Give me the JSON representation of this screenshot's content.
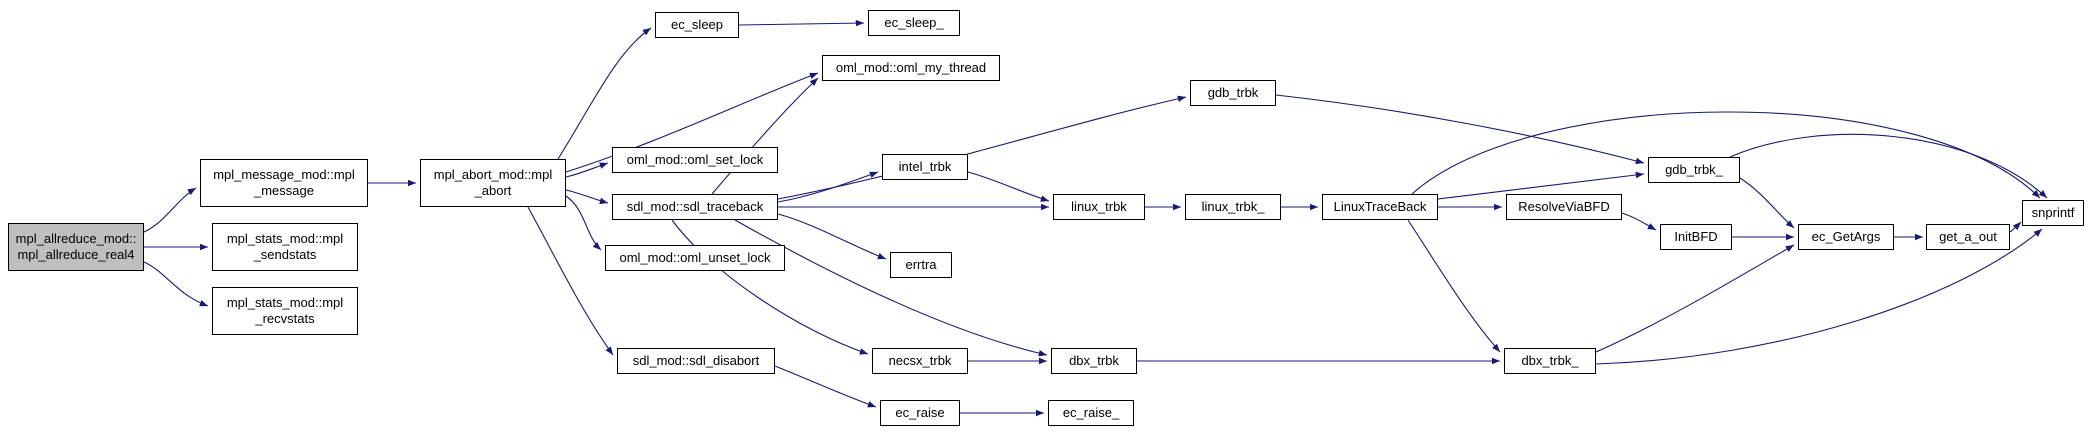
{
  "diagram": {
    "type": "doxygen-call-graph",
    "root": "mpl_allreduce_mod::mpl_allreduce_real4",
    "colors": {
      "edge": "#191970",
      "node_border": "#000000",
      "node_fill": "#ffffff",
      "current_node_fill": "#bfbfbf",
      "background": "#ffffff",
      "text": "#000000"
    },
    "nodes": {
      "mpl_allreduce_real4": {
        "label": "mpl_allreduce_mod::mpl_allreduce_real4",
        "line1": "mpl_allreduce_mod::",
        "line2": "mpl_allreduce_real4",
        "current": true
      },
      "mpl_message": {
        "label": "mpl_message_mod::mpl_message",
        "line1": "mpl_message_mod::mpl",
        "line2": "_message"
      },
      "mpl_sendstats": {
        "label": "mpl_stats_mod::mpl_sendstats",
        "line1": "mpl_stats_mod::mpl",
        "line2": "_sendstats"
      },
      "mpl_recvstats": {
        "label": "mpl_stats_mod::mpl_recvstats",
        "line1": "mpl_stats_mod::mpl",
        "line2": "_recvstats"
      },
      "mpl_abort": {
        "label": "mpl_abort_mod::mpl_abort",
        "line1": "mpl_abort_mod::mpl",
        "line2": "_abort"
      },
      "ec_sleep": {
        "label": "ec_sleep"
      },
      "ec_sleep_": {
        "label": "ec_sleep_"
      },
      "oml_my_thread": {
        "label": "oml_mod::oml_my_thread"
      },
      "oml_set_lock": {
        "label": "oml_mod::oml_set_lock"
      },
      "sdl_traceback": {
        "label": "sdl_mod::sdl_traceback"
      },
      "oml_unset_lock": {
        "label": "oml_mod::oml_unset_lock"
      },
      "sdl_disabort": {
        "label": "sdl_mod::sdl_disabort"
      },
      "intel_trbk": {
        "label": "intel_trbk"
      },
      "errtra": {
        "label": "errtra"
      },
      "necsx_trbk": {
        "label": "necsx_trbk"
      },
      "ec_raise": {
        "label": "ec_raise"
      },
      "ec_raise_": {
        "label": "ec_raise_"
      },
      "gdb_trbk": {
        "label": "gdb_trbk"
      },
      "linux_trbk": {
        "label": "linux_trbk"
      },
      "linux_trbk_": {
        "label": "linux_trbk_"
      },
      "dbx_trbk": {
        "label": "dbx_trbk"
      },
      "LinuxTraceBack": {
        "label": "LinuxTraceBack"
      },
      "ResolveViaBFD": {
        "label": "ResolveViaBFD"
      },
      "gdb_trbk_": {
        "label": "gdb_trbk_"
      },
      "InitBFD": {
        "label": "InitBFD"
      },
      "dbx_trbk_": {
        "label": "dbx_trbk_"
      },
      "ec_GetArgs": {
        "label": "ec_GetArgs"
      },
      "get_a_out": {
        "label": "get_a_out"
      },
      "snprintf": {
        "label": "snprintf"
      }
    },
    "edges": [
      {
        "from": "mpl_allreduce_real4",
        "to": "mpl_message"
      },
      {
        "from": "mpl_allreduce_real4",
        "to": "mpl_sendstats"
      },
      {
        "from": "mpl_allreduce_real4",
        "to": "mpl_recvstats"
      },
      {
        "from": "mpl_message",
        "to": "mpl_abort"
      },
      {
        "from": "mpl_abort",
        "to": "ec_sleep"
      },
      {
        "from": "mpl_abort",
        "to": "oml_my_thread"
      },
      {
        "from": "mpl_abort",
        "to": "oml_set_lock"
      },
      {
        "from": "mpl_abort",
        "to": "sdl_traceback"
      },
      {
        "from": "mpl_abort",
        "to": "oml_unset_lock"
      },
      {
        "from": "mpl_abort",
        "to": "sdl_disabort"
      },
      {
        "from": "ec_sleep",
        "to": "ec_sleep_"
      },
      {
        "from": "sdl_traceback",
        "to": "oml_my_thread"
      },
      {
        "from": "sdl_traceback",
        "to": "gdb_trbk"
      },
      {
        "from": "sdl_traceback",
        "to": "intel_trbk"
      },
      {
        "from": "sdl_traceback",
        "to": "linux_trbk"
      },
      {
        "from": "sdl_traceback",
        "to": "errtra"
      },
      {
        "from": "sdl_traceback",
        "to": "necsx_trbk"
      },
      {
        "from": "sdl_traceback",
        "to": "dbx_trbk"
      },
      {
        "from": "intel_trbk",
        "to": "linux_trbk"
      },
      {
        "from": "linux_trbk",
        "to": "linux_trbk_"
      },
      {
        "from": "linux_trbk_",
        "to": "LinuxTraceBack"
      },
      {
        "from": "gdb_trbk",
        "to": "gdb_trbk_"
      },
      {
        "from": "LinuxTraceBack",
        "to": "ResolveViaBFD"
      },
      {
        "from": "LinuxTraceBack",
        "to": "gdb_trbk_"
      },
      {
        "from": "LinuxTraceBack",
        "to": "dbx_trbk_"
      },
      {
        "from": "LinuxTraceBack",
        "to": "snprintf"
      },
      {
        "from": "ResolveViaBFD",
        "to": "InitBFD"
      },
      {
        "from": "gdb_trbk_",
        "to": "ec_GetArgs"
      },
      {
        "from": "gdb_trbk_",
        "to": "snprintf"
      },
      {
        "from": "InitBFD",
        "to": "ec_GetArgs"
      },
      {
        "from": "ec_GetArgs",
        "to": "get_a_out"
      },
      {
        "from": "get_a_out",
        "to": "snprintf"
      },
      {
        "from": "dbx_trbk_",
        "to": "ec_GetArgs"
      },
      {
        "from": "dbx_trbk_",
        "to": "snprintf"
      },
      {
        "from": "dbx_trbk",
        "to": "dbx_trbk_"
      },
      {
        "from": "necsx_trbk",
        "to": "dbx_trbk"
      },
      {
        "from": "sdl_disabort",
        "to": "ec_raise"
      },
      {
        "from": "ec_raise",
        "to": "ec_raise_"
      }
    ]
  }
}
